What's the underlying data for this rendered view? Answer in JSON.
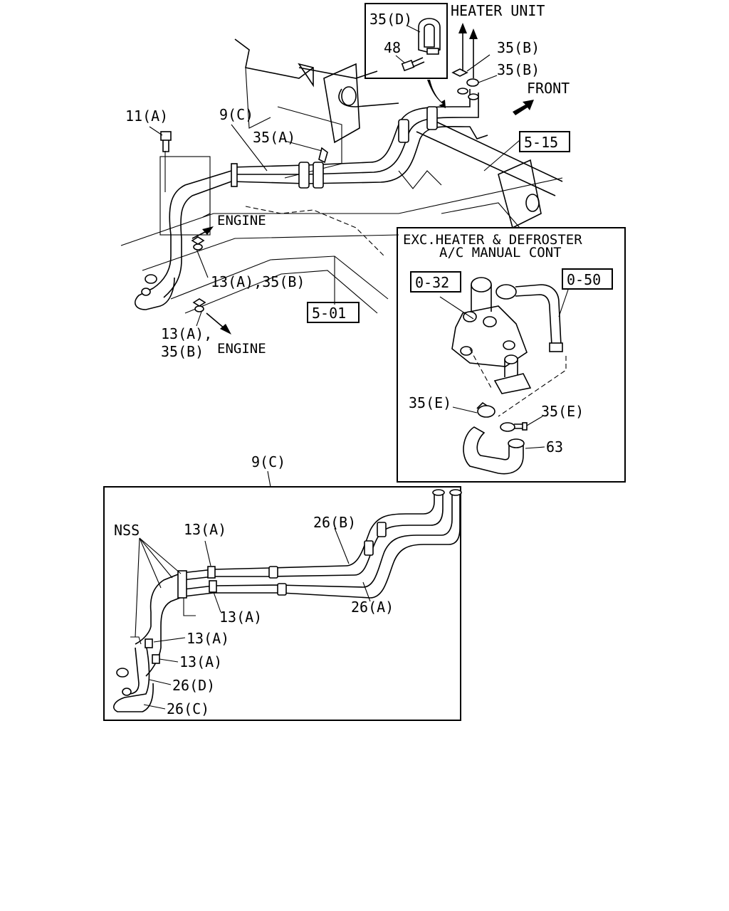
{
  "labels": {
    "heater_unit": "HEATER UNIT",
    "front": "FRONT",
    "engine_upper": "ENGINE",
    "engine_lower": "ENGINE",
    "clip_35d": "35(D)",
    "bolt_48": "48",
    "clip_35b_1": "35(B)",
    "clip_35b_2": "35(B)",
    "bolt_11a": "11(A)",
    "hose_9c_top": "9(C)",
    "clip_35a": "35(A)",
    "clamp_13a_35b_upper": "13(A),35(B)",
    "clamp_13a_lower_line1": "13(A),",
    "clamp_13a_lower_line2": "35(B)",
    "ref_5_15": "5-15",
    "ref_5_01": "5-01",
    "hose_9c_detail": "9(C)"
  },
  "inset_heater": {
    "title_line1": "EXC.HEATER & DEFROSTER",
    "title_line2": "A/C MANUAL CONT",
    "ref_0_32": "0-32",
    "ref_0_50": "0-50",
    "clamp_35e_left": "35(E)",
    "clamp_35e_right": "35(E)",
    "hose_63": "63"
  },
  "detail_hose": {
    "nss": "NSS",
    "clamp_13a_top": "13(A)",
    "clamp_13a_mid": "13(A)",
    "clamp_13a_lower1": "13(A)",
    "clamp_13a_lower2": "13(A)",
    "hose_26b": "26(B)",
    "hose_26a": "26(A)",
    "hose_26d": "26(D)",
    "hose_26c": "26(C)"
  },
  "colors": {
    "line": "#000000",
    "background": "#ffffff"
  }
}
